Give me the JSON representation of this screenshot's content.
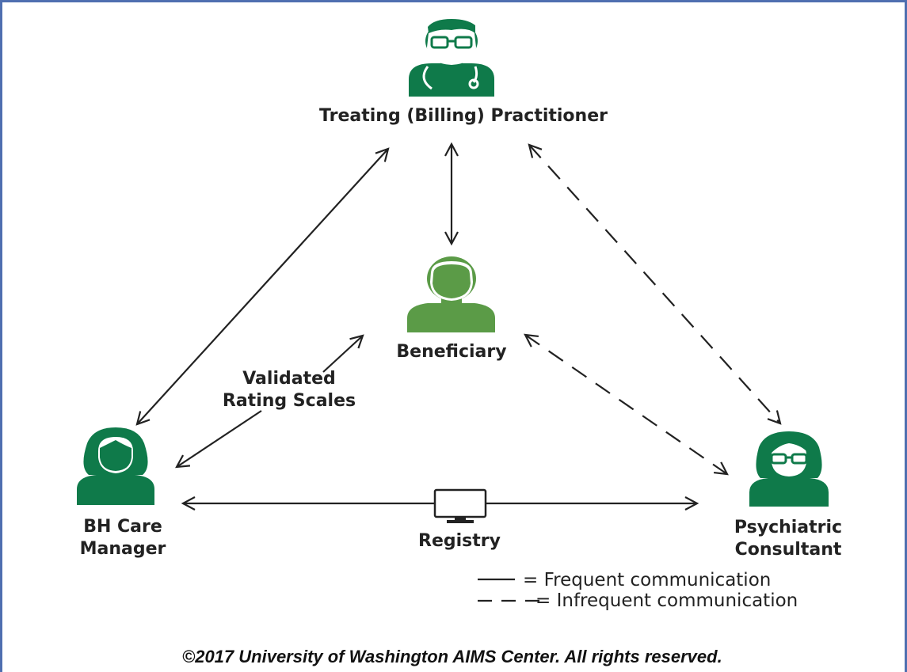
{
  "nodes": {
    "practitioner": {
      "label": "Treating (Billing) Practitioner",
      "icon": "doctor-icon"
    },
    "beneficiary": {
      "label": "Beneficiary",
      "icon": "patient-icon"
    },
    "care_manager": {
      "label_line1": "BH Care",
      "label_line2": "Manager",
      "icon": "care-manager-icon"
    },
    "consultant": {
      "label_line1": "Psychiatric",
      "label_line2": "Consultant",
      "icon": "consultant-icon"
    }
  },
  "edge_labels": {
    "rating_line1": "Validated",
    "rating_line2": "Rating Scales",
    "registry": "Registry"
  },
  "legend": {
    "frequent": "=  Frequent communication",
    "infrequent": "=  Infrequent communication"
  },
  "copyright": "©2017 University of Washington AIMS Center. All rights reserved.",
  "colors": {
    "dark_green": "#0f7a4a",
    "light_green": "#5b9b47",
    "line": "#222222",
    "frame": "#4f6fb0"
  }
}
